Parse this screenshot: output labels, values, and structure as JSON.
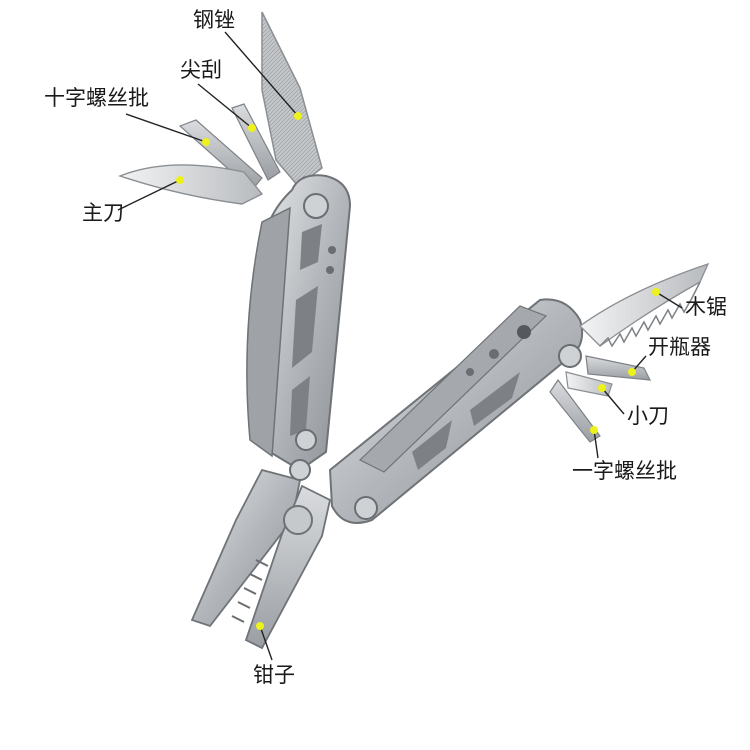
{
  "labels": {
    "file": "钢锉",
    "awl": "尖刮",
    "phillips_screwdriver": "十字螺丝批",
    "main_knife": "主刀",
    "wood_saw": "木锯",
    "bottle_opener": "开瓶器",
    "small_knife": "小刀",
    "flat_screwdriver": "一字螺丝批",
    "pliers": "钳子"
  },
  "colors": {
    "steel_light": "#d4d7da",
    "steel_mid": "#a9adb1",
    "steel_dark": "#6f7377",
    "marker": "#ecf21a",
    "leader_line": "#222222"
  }
}
